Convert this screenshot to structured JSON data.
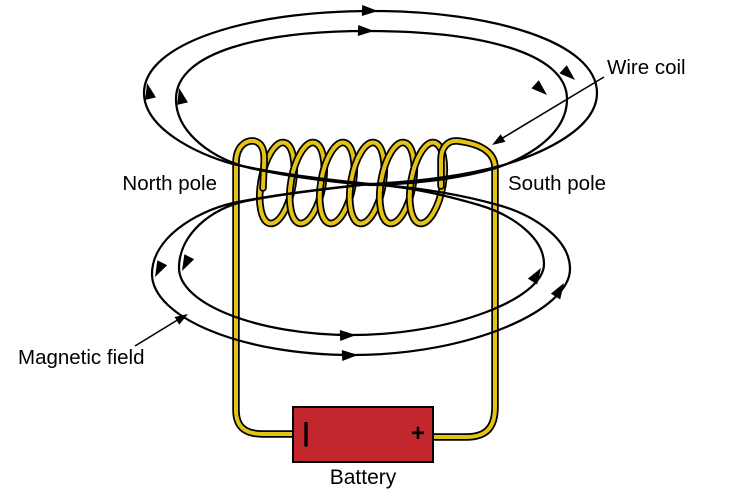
{
  "diagram": {
    "labels": {
      "wire_coil": "Wire coil",
      "north_pole": "North pole",
      "south_pole": "South pole",
      "magnetic_field": "Magnetic field",
      "battery": "Battery"
    },
    "battery": {
      "negative_terminal": "|",
      "positive_terminal": "+"
    },
    "colors": {
      "background": "#ffffff",
      "field_line": "#000000",
      "wire": "#e5c315",
      "wire_outline": "#000000",
      "battery_fill": "#c1272d",
      "battery_border": "#000000",
      "terminal_text": "#ffffff",
      "label_text": "#000000"
    }
  }
}
